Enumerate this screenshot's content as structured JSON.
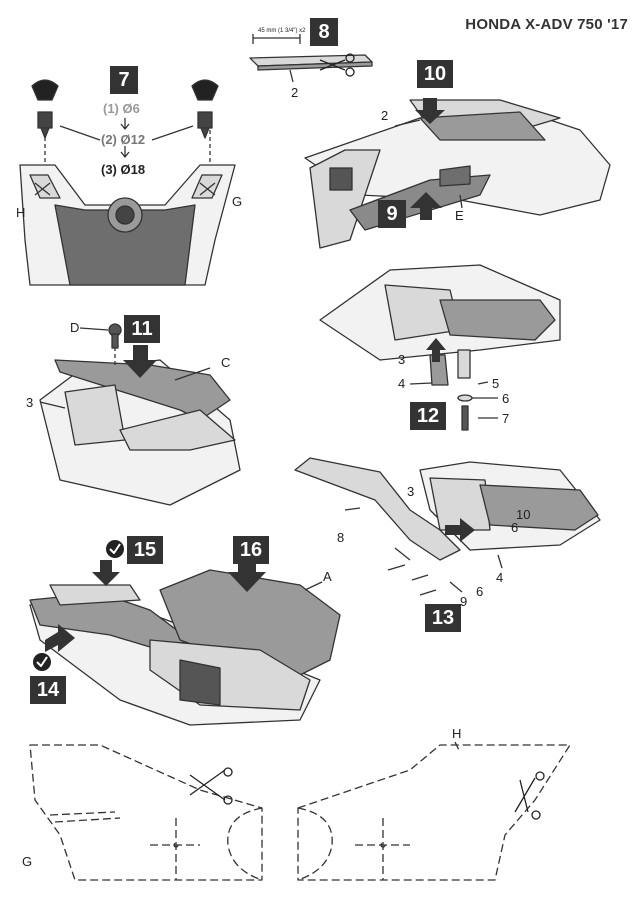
{
  "header": {
    "title": "HONDA X-ADV 750 '17"
  },
  "steps": {
    "s7": "7",
    "s8": "8",
    "s9": "9",
    "s10": "10",
    "s11": "11",
    "s12": "12",
    "s13": "13",
    "s14": "14",
    "s15": "15",
    "s16": "16"
  },
  "holes": {
    "h1": "(1) Ø6",
    "h2": "(2) Ø12",
    "h3": "(3) Ø18"
  },
  "strip_note": "45 mm (1 3/4\") x2",
  "labels": {
    "H": "H",
    "G": "G",
    "D": "D",
    "C": "C",
    "E": "E",
    "A": "A",
    "n2a": "2",
    "n2b": "2",
    "n3a": "3",
    "n3b": "3",
    "n3c": "3",
    "n4a": "4",
    "n4b": "4",
    "n5": "5",
    "n6a": "6",
    "n6b": "6",
    "n6c": "6",
    "n7": "7",
    "n8": "8",
    "n9": "9",
    "n10": "10",
    "Gb": "G",
    "Hb": "H"
  },
  "colors": {
    "badge": "#333333",
    "line": "#333333",
    "fill": "#d9d9d9",
    "dark": "#8a8a8a",
    "light": "#f2f2f2"
  },
  "icons": [
    "drill-icon",
    "scissors-icon",
    "checkmark-icon",
    "arrow-down-icon",
    "arrow-up-icon",
    "arrow-right-icon"
  ]
}
